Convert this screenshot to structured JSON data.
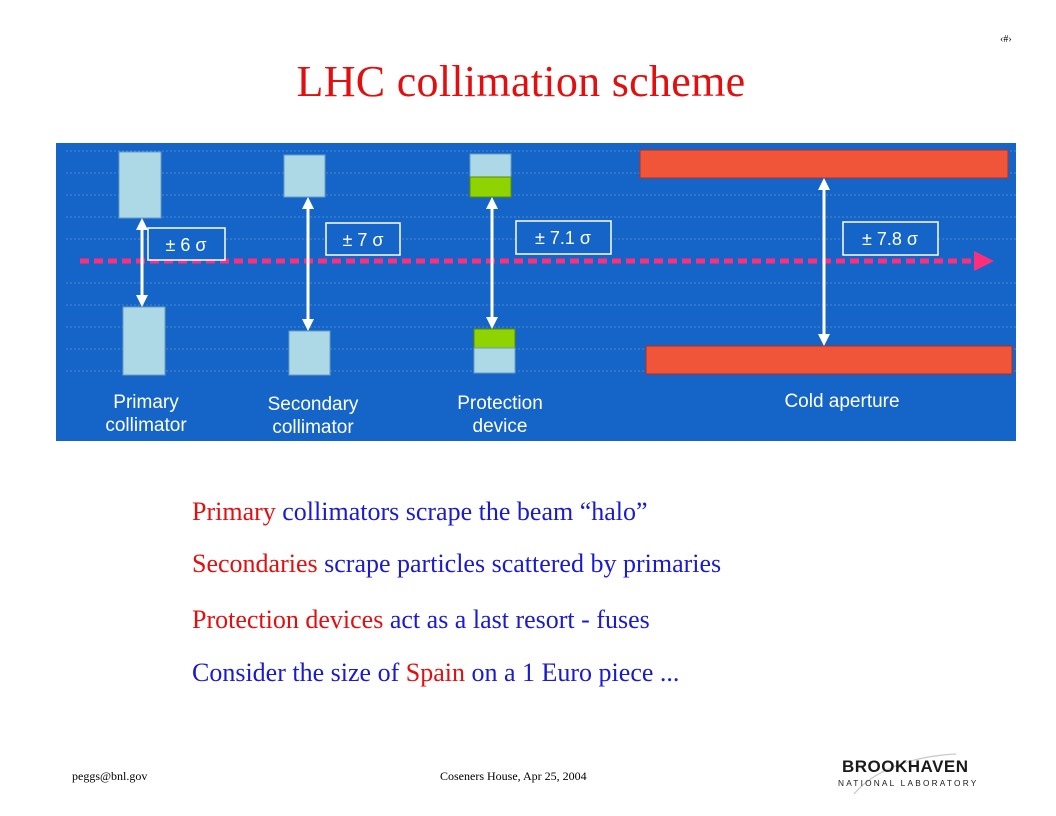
{
  "slide": {
    "title": "LHC collimation scheme",
    "number": "‹#›"
  },
  "diagram": {
    "background_color": "#1565c8",
    "jaw_color": "#add8e6",
    "absorber_color": "#8fd400",
    "aperture_color": "#f0553a",
    "beam_color": "#ff2e7a",
    "gaps": [
      "± 6 σ",
      "± 7 σ",
      "± 7.1 σ",
      "± 7.8 σ"
    ],
    "labels": [
      {
        "line1": "Primary",
        "line2": "collimator"
      },
      {
        "line1": "Secondary",
        "line2": "collimator"
      },
      {
        "line1": "Protection",
        "line2": "device"
      },
      {
        "line1": "Cold aperture",
        "line2": ""
      }
    ]
  },
  "bullets": [
    {
      "highlight": "Primary",
      "rest": " collimators scrape the beam “halo”"
    },
    {
      "highlight": "Secondaries",
      "rest": " scrape particles scattered by primaries"
    },
    {
      "highlight": "Protection devices",
      "rest": " act as a last resort - fuses"
    },
    {
      "before": "Consider the size of ",
      "highlight": "Spain",
      "rest": " on a 1 Euro piece ..."
    }
  ],
  "footer": {
    "email": "peggs@bnl.gov",
    "venue": "Coseners House, Apr 25, 2004"
  },
  "logo": {
    "line1": "BROOKHAVEN",
    "line2": "NATIONAL LABORATORY"
  }
}
